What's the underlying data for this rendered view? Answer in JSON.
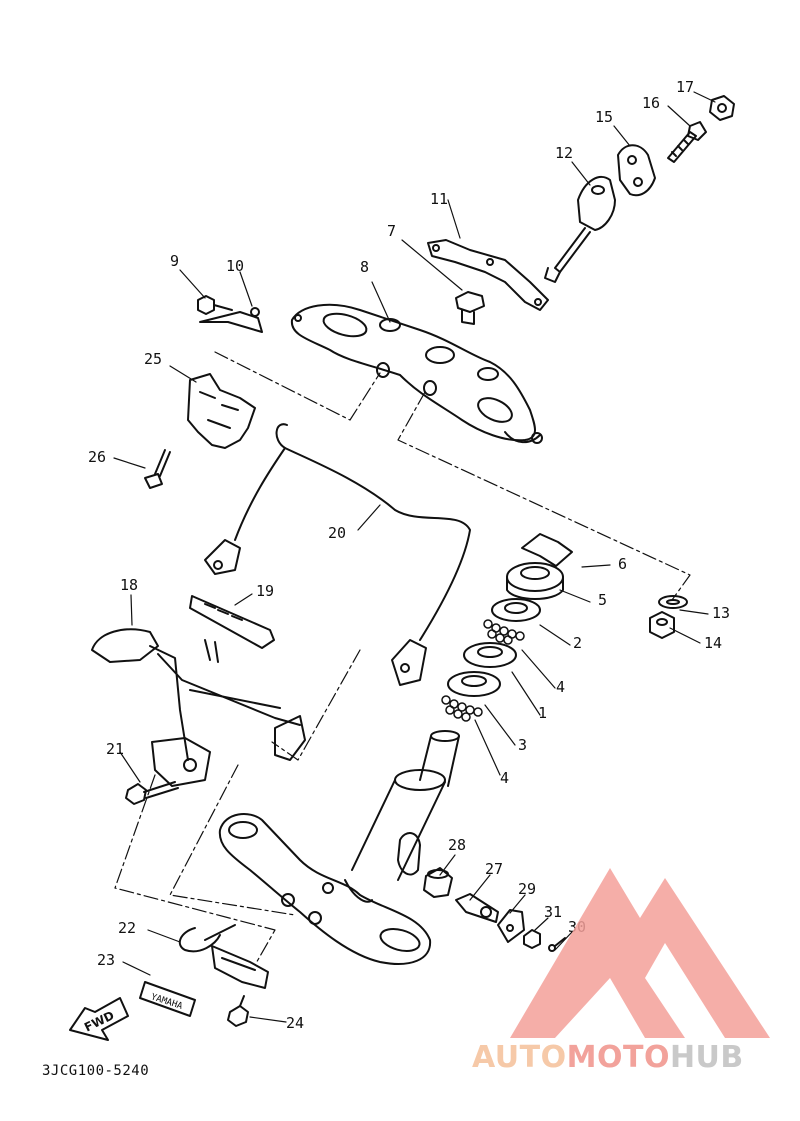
{
  "callouts": [
    {
      "num": "1"
    },
    {
      "num": "2"
    },
    {
      "num": "3"
    },
    {
      "num": "4"
    },
    {
      "num": "4"
    },
    {
      "num": "5"
    },
    {
      "num": "6"
    },
    {
      "num": "7"
    },
    {
      "num": "8"
    },
    {
      "num": "9"
    },
    {
      "num": "10"
    },
    {
      "num": "11"
    },
    {
      "num": "12"
    },
    {
      "num": "13"
    },
    {
      "num": "14"
    },
    {
      "num": "15"
    },
    {
      "num": "16"
    },
    {
      "num": "17"
    },
    {
      "num": "18"
    },
    {
      "num": "19"
    },
    {
      "num": "20"
    },
    {
      "num": "21"
    },
    {
      "num": "22"
    },
    {
      "num": "23"
    },
    {
      "num": "24"
    },
    {
      "num": "25"
    },
    {
      "num": "26"
    },
    {
      "num": "27"
    },
    {
      "num": "28"
    },
    {
      "num": "29"
    },
    {
      "num": "30"
    },
    {
      "num": "31"
    }
  ],
  "drawing_code": "3JCG100-5240",
  "labels": {
    "fwd_arrow": "FWD",
    "emblem": "YAMAHA"
  },
  "watermark": {
    "part_a": "AUTO",
    "part_b": "MOTO",
    "part_c": "HUB",
    "colors": {
      "part_a": "#f6c9a8",
      "part_b": "#f2a29b",
      "part_c": "#c9c9c9",
      "logo": "#f4a09a"
    }
  },
  "colors": {
    "ink": "#111111",
    "background": "#ffffff"
  }
}
